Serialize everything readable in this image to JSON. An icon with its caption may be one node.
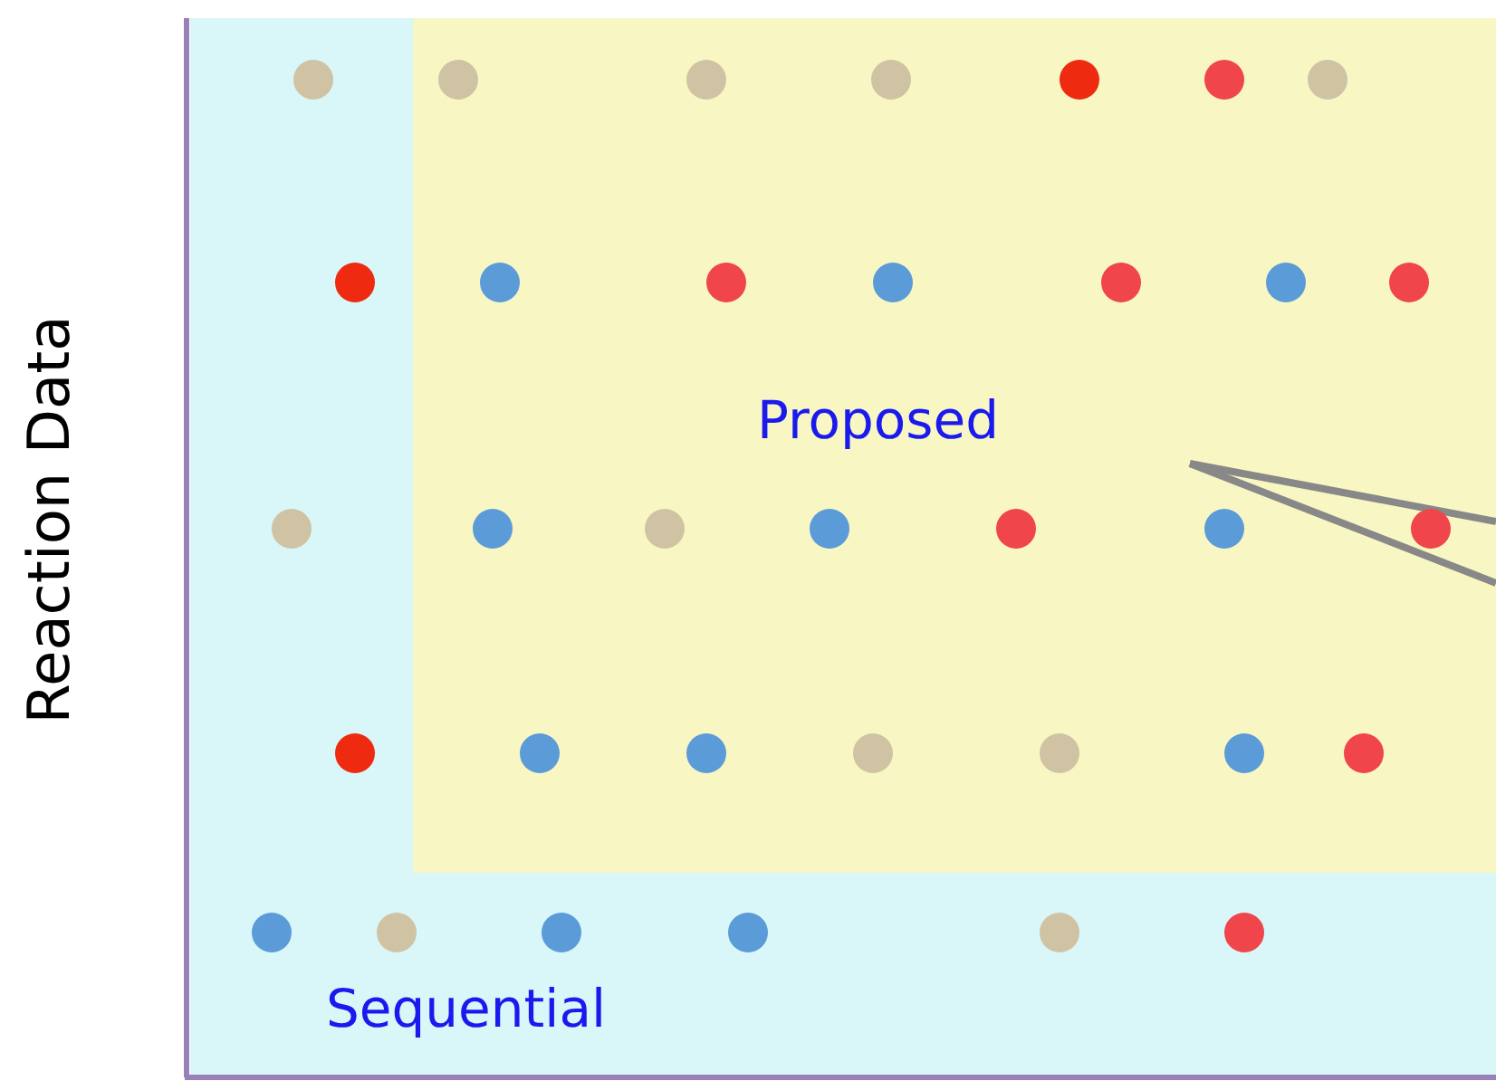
{
  "diagram": {
    "nodes": [
      {
        "text": [
          "Sequential"
        ]
      },
      {
        "text": [
          "Proposed"
        ],
        "in": 0
      }
    ],
    "labels": [
      "Reaction Data"
    ]
  }
}
